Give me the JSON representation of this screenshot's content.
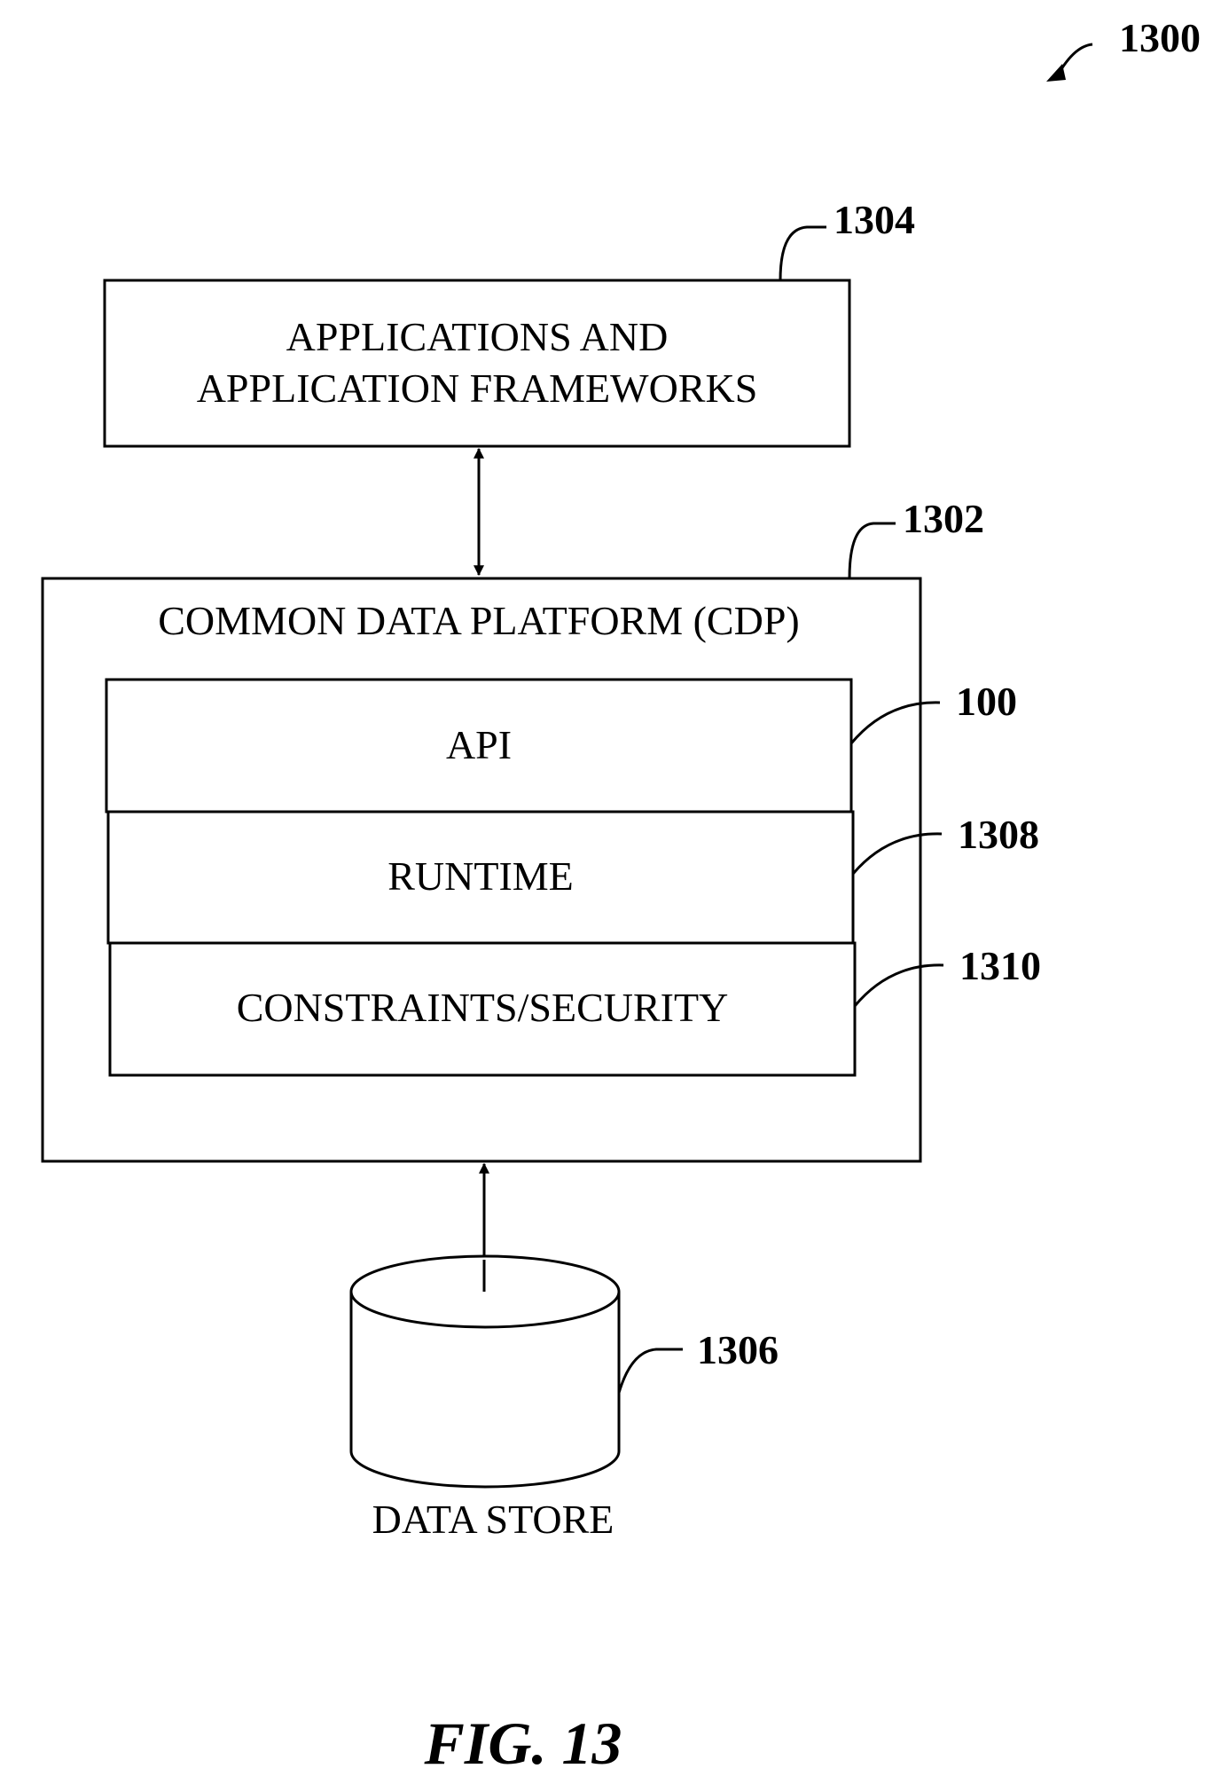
{
  "figure_number": "1300",
  "apps_box": {
    "ref": "1304",
    "line1": "APPLICATIONS AND",
    "line2": "APPLICATION FRAMEWORKS"
  },
  "cdp_box": {
    "ref": "1302",
    "title": "COMMON DATA PLATFORM (CDP)",
    "layers": [
      {
        "label": "API",
        "ref": "100"
      },
      {
        "label": "RUNTIME",
        "ref": "1308"
      },
      {
        "label": "CONSTRAINTS/SECURITY",
        "ref": "1310"
      }
    ]
  },
  "data_store": {
    "ref": "1306",
    "label": "DATA STORE"
  },
  "caption": "FIG. 13"
}
